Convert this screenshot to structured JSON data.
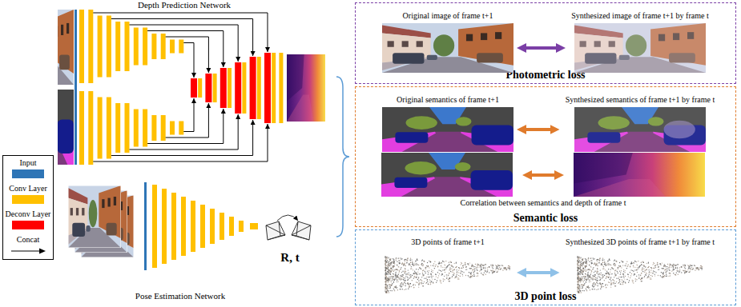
{
  "diagram": {
    "nodes": [
      {
        "text": [
          "Photometric loss"
        ]
      },
      {
        "text": [
          "Original image of frame t+1"
        ],
        "in": 0
      },
      {
        "text": [
          "Synthesized image of frame t+1 by frame t"
        ],
        "in": 0
      },
      {
        "text": [
          "Semantic loss"
        ]
      },
      {
        "text": [
          "Original semantics of frame t+1"
        ],
        "in": 3
      },
      {
        "text": [
          "Synthesized semantics of frame t+1 by frame t"
        ],
        "in": 3
      },
      {
        "text": [
          "3D point loss"
        ]
      },
      {
        "text": [
          "3D points of frame t+1"
        ],
        "in": 6
      },
      {
        "text": [
          "Synthesized 3D points of frame t+1 by frame t"
        ],
        "in": 6
      }
    ],
    "edges": [
      {
        "from": 1,
        "to": 2,
        "arrow": "both"
      },
      {
        "from": 4,
        "to": 5,
        "arrow": "both"
      },
      {
        "from": 7,
        "to": 8,
        "arrow": "both"
      }
    ],
    "labels": [
      "Depth Prediction Network",
      "Pose Estimation Network",
      "R, t",
      "Correlation between semantics and depth of frame t"
    ],
    "legend": [
      {
        "text": "Input",
        "color": "#2e75b6"
      },
      {
        "text": "Conv Layer",
        "color": "#ffc000"
      },
      {
        "text": "Deconv Layer",
        "color": "#ff0000"
      },
      {
        "text": "Concat"
      }
    ]
  }
}
